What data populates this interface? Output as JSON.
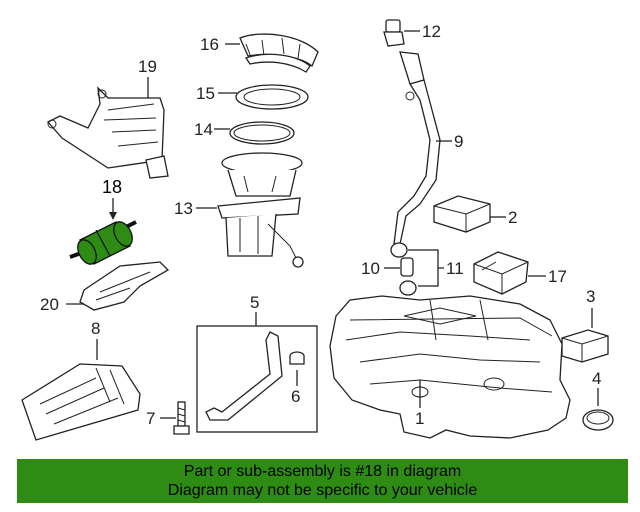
{
  "callouts": [
    {
      "num": "1"
    },
    {
      "num": "2"
    },
    {
      "num": "3"
    },
    {
      "num": "4"
    },
    {
      "num": "5"
    },
    {
      "num": "6"
    },
    {
      "num": "7"
    },
    {
      "num": "8"
    },
    {
      "num": "9"
    },
    {
      "num": "10"
    },
    {
      "num": "11"
    },
    {
      "num": "12"
    },
    {
      "num": "13"
    },
    {
      "num": "14"
    },
    {
      "num": "15"
    },
    {
      "num": "16"
    },
    {
      "num": "17"
    },
    {
      "num": "18"
    },
    {
      "num": "19"
    },
    {
      "num": "20"
    }
  ],
  "highlight": {
    "part": "18",
    "color": "#2e8b14"
  },
  "banner": {
    "line1": "Part or sub-assembly is #18 in diagram",
    "line2": "Diagram may not be specific to your vehicle",
    "background": "#2e8b14"
  }
}
